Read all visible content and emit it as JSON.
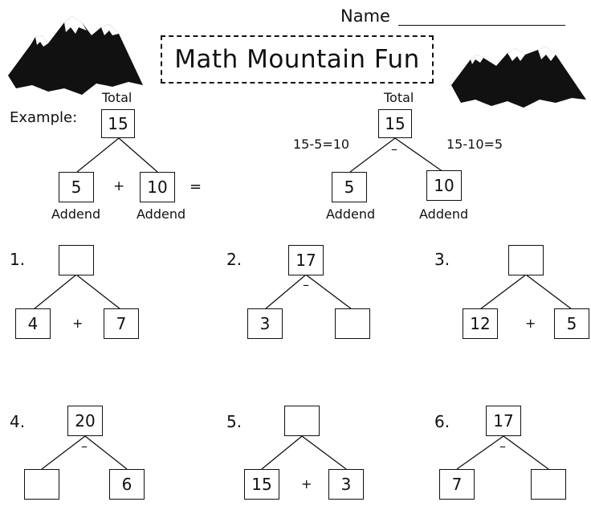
{
  "header": {
    "name_label": "Name",
    "title": "Math Mountain Fun"
  },
  "example": {
    "label": "Example:",
    "left": {
      "total_label": "Total",
      "total": "15",
      "addend1": "5",
      "operator": "+",
      "addend2": "10",
      "equals": "=",
      "addend1_label": "Addend",
      "addend2_label": "Addend"
    },
    "right": {
      "total_label": "Total",
      "total": "15",
      "operator": "–",
      "addend1": "5",
      "addend2": "10",
      "eq1": "15-5=10",
      "eq2": "15-10=5",
      "addend1_label": "Addend",
      "addend2_label": "Addend"
    }
  },
  "problems": [
    {
      "number": "1.",
      "top": "",
      "left": "4",
      "operator": "+",
      "right": "7"
    },
    {
      "number": "2.",
      "top": "17",
      "left": "3",
      "operator": "–",
      "right": ""
    },
    {
      "number": "3.",
      "top": "",
      "left": "12",
      "operator": "+",
      "right": "5"
    },
    {
      "number": "4.",
      "top": "20",
      "left": "",
      "operator": "–",
      "right": "6"
    },
    {
      "number": "5.",
      "top": "",
      "left": "15",
      "operator": "+",
      "right": "3"
    },
    {
      "number": "6.",
      "top": "17",
      "left": "7",
      "operator": "–",
      "right": ""
    }
  ]
}
